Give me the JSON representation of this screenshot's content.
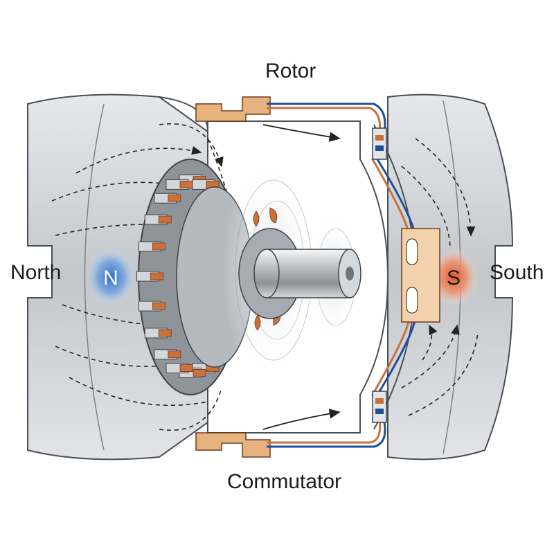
{
  "labels": {
    "rotor": "Rotor",
    "commutator": "Commutator",
    "north": "North",
    "south": "South",
    "north_pole": "N",
    "south_pole": "S"
  },
  "colors": {
    "north_pole": "#2f6fc9",
    "south_pole": "#e0552a",
    "copper": "#c8713c",
    "steel": "#c9cdd2",
    "wire_blue": "#1f4f9a",
    "brush": "#e6b27e"
  },
  "icons": {
    "field_lines": "dashed-arrow-lines",
    "rotation": "motion-blur-rings"
  }
}
